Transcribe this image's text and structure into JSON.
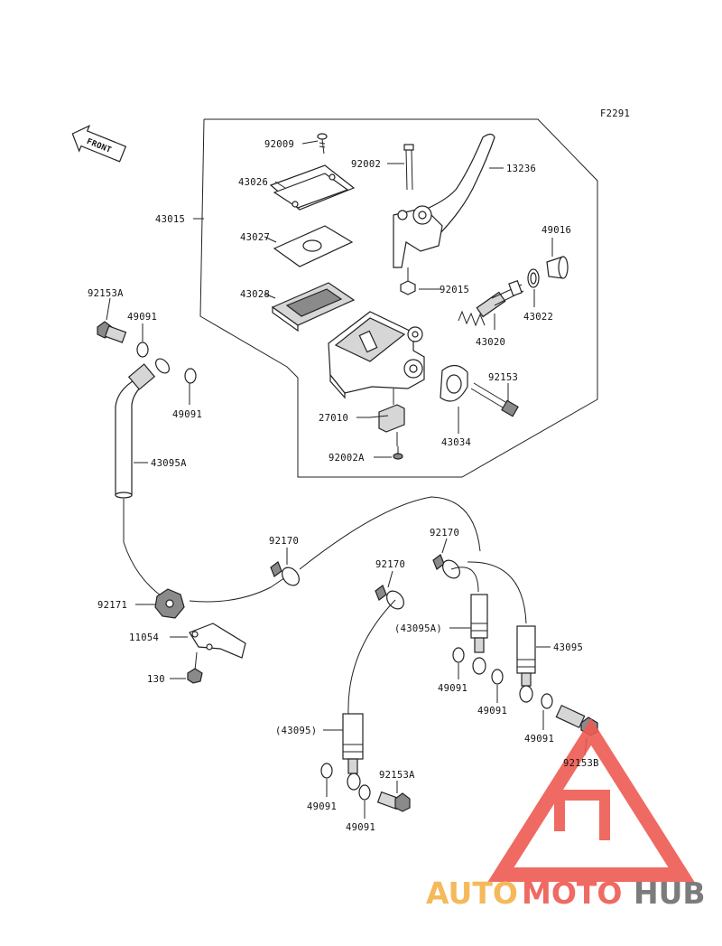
{
  "figure_code": "F2291",
  "front_label": "FRONT",
  "watermark": {
    "parts": [
      "AUTO",
      "MOTO",
      "HUB"
    ],
    "colors": {
      "auto": "#f5b24a",
      "moto": "#ee5a52",
      "hub": "#6e6e6e",
      "triangle": "#ee5a52"
    }
  },
  "labels": {
    "92009": "92009",
    "43026": "43026",
    "43015": "43015",
    "43027": "43027",
    "43028": "43028",
    "92002": "92002",
    "13236": "13236",
    "49016": "49016",
    "92015": "92015",
    "43022": "43022",
    "43020": "43020",
    "92153": "92153",
    "43034": "43034",
    "27010": "27010",
    "92002A": "92002A",
    "92153A_top": "92153A",
    "49091_top1": "49091",
    "49091_top2": "49091",
    "43095A": "43095A",
    "92170_a": "92170",
    "92170_b": "92170",
    "92170_c": "92170",
    "92171": "92171",
    "11054": "11054",
    "130": "130",
    "43095A_paren": "(43095A)",
    "43095": "43095",
    "49091_m1": "49091",
    "49091_m2": "49091",
    "49091_m3": "49091",
    "92153B": "92153B",
    "43095_paren": "(43095)",
    "92153A_bottom": "92153A",
    "49091_b1": "49091",
    "49091_b2": "49091"
  }
}
